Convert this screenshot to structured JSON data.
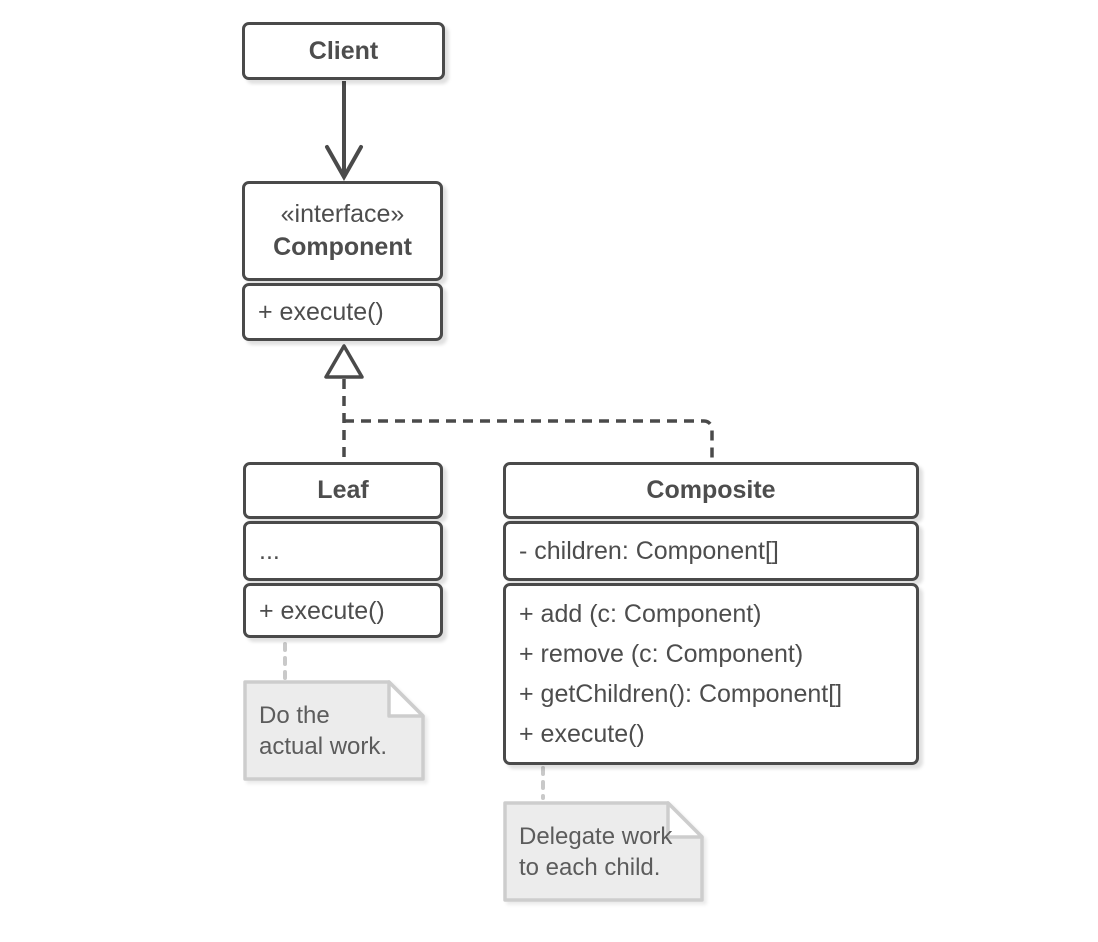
{
  "classes": {
    "client": {
      "title": "Client"
    },
    "component": {
      "stereotype": "«interface»",
      "title": "Component",
      "methods": [
        "+ execute()"
      ]
    },
    "leaf": {
      "title": "Leaf",
      "attributes": [
        "..."
      ],
      "methods": [
        "+ execute()"
      ]
    },
    "composite": {
      "title": "Composite",
      "attributes": [
        "- children: Component[]"
      ],
      "methods": [
        "+ add (c: Component)",
        "+ remove (c: Component)",
        "+ getChildren(): Component[]",
        "+ execute()"
      ]
    }
  },
  "notes": {
    "leaf_note": {
      "line1": "Do the",
      "line2": "actual work."
    },
    "composite_note": {
      "line1": "Delegate work",
      "line2": "to each child."
    }
  },
  "colors": {
    "stroke_dark": "#4a4a4a",
    "text_dark": "#4d4d4d",
    "note_background": "#ececec",
    "note_border": "#cdcdcd",
    "note_text": "#5c5c5c",
    "note_connector": "#c9c9c9",
    "background": "#ffffff"
  }
}
